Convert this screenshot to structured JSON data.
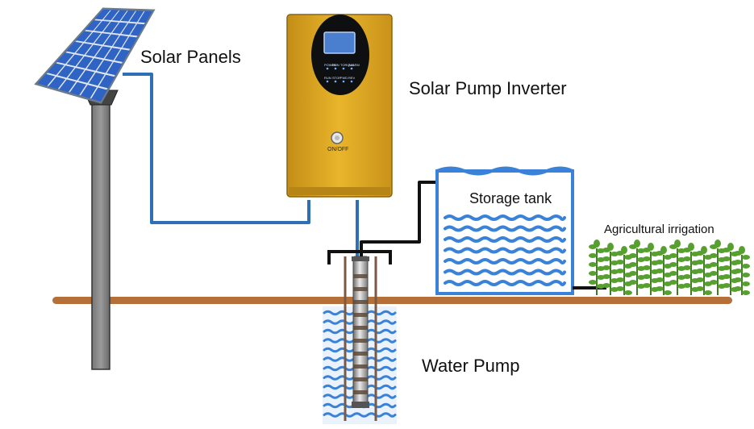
{
  "labels": {
    "solar_panels": "Solar Panels",
    "inverter": "Solar Pump Inverter",
    "storage_tank": "Storage tank",
    "irrigation": "Agricultural irrigation",
    "water_pump": "Water Pump"
  },
  "inverter": {
    "switch_label": "ON/OFF",
    "indicators": [
      "POWER",
      "RUN",
      "TORQUE",
      "ALARM",
      "RUN",
      "STOP",
      "FWD",
      "REV"
    ]
  },
  "colors": {
    "pipe": "#2e6fb5",
    "ground": "#b5703a",
    "inverter_body": "#e1aa22",
    "panel_cells": "#2f63c4",
    "water": "#3a82d8",
    "plants": "#57a030"
  }
}
